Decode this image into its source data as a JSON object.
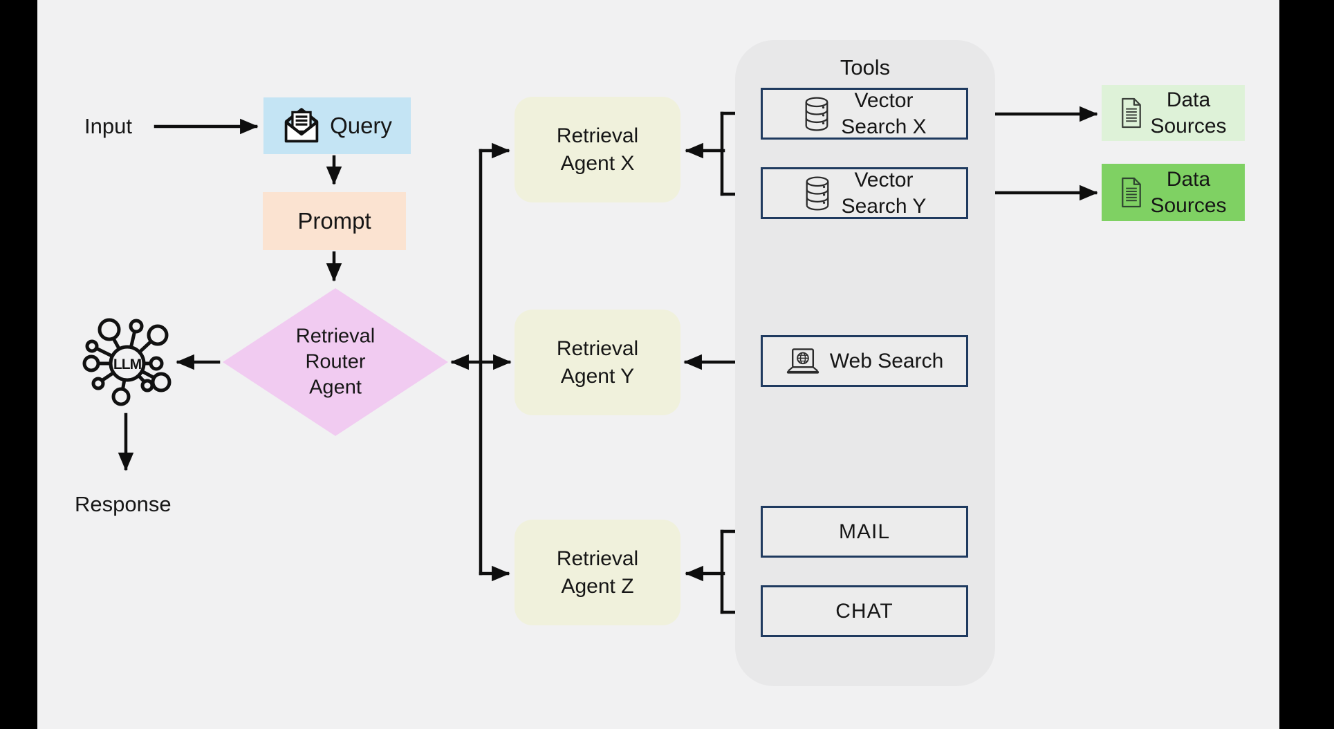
{
  "colors": {
    "background": "#F1F1F2",
    "side_bars": "#000000",
    "arrow": "#0e0e0e",
    "query_fill": "#C4E4F4",
    "prompt_fill": "#FBE3D1",
    "router_fill": "#F1CBF1",
    "agent_fill": "#F0F1DC",
    "tools_panel_fill": "#E8E8E9",
    "tool_box_fill": "#ECECEC",
    "tool_box_border": "#1F3A5F",
    "data_source_1_fill": "#DEF2D8",
    "data_source_2_fill": "#7FD163"
  },
  "left_flow": {
    "input_label": "Input",
    "query_label": "Query",
    "prompt_label": "Prompt",
    "router_lines": [
      "Retrieval",
      "Router",
      "Agent"
    ],
    "llm_label": "LLM",
    "response_label": "Response"
  },
  "agents": [
    {
      "lines": [
        "Retrieval",
        "Agent X"
      ]
    },
    {
      "lines": [
        "Retrieval",
        "Agent Y"
      ]
    },
    {
      "lines": [
        "Retrieval",
        "Agent Z"
      ]
    }
  ],
  "tools_panel": {
    "title": "Tools",
    "tools": [
      {
        "lines": [
          "Vector",
          "Search X"
        ],
        "icon": "database-icon"
      },
      {
        "lines": [
          "Vector",
          "Search Y"
        ],
        "icon": "database-icon"
      },
      {
        "lines": [
          "Web Search"
        ],
        "icon": "laptop-globe-icon"
      },
      {
        "lines": [
          "MAIL"
        ],
        "icon": ""
      },
      {
        "lines": [
          "CHAT"
        ],
        "icon": ""
      }
    ]
  },
  "data_sources": [
    {
      "lines": [
        "Data",
        "Sources"
      ],
      "icon": "document-icon",
      "fill": "#DEF2D8"
    },
    {
      "lines": [
        "Data",
        "Sources"
      ],
      "icon": "document-icon",
      "fill": "#7FD163"
    }
  ]
}
